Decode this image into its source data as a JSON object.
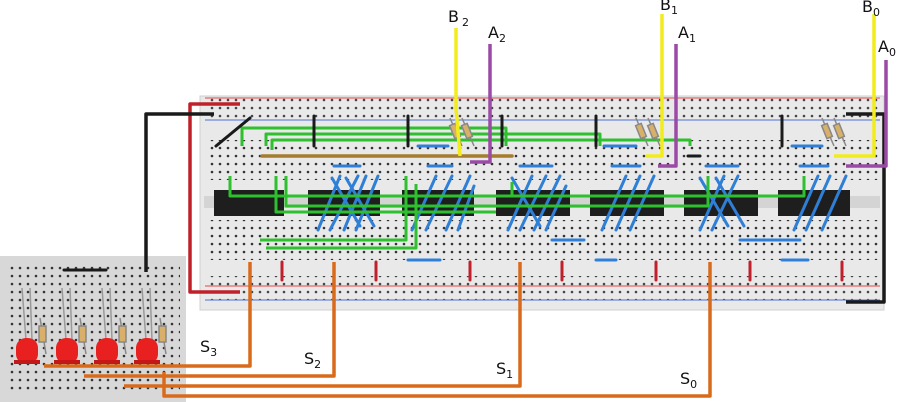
{
  "inputs": [
    {
      "name": "B",
      "sub": "2"
    },
    {
      "name": "A",
      "sub": "2"
    },
    {
      "name": "B",
      "sub": "1"
    },
    {
      "name": "A",
      "sub": "1"
    },
    {
      "name": "B",
      "sub": "0"
    },
    {
      "name": "A",
      "sub": "0"
    }
  ],
  "outputs": [
    {
      "name": "S",
      "sub": "3"
    },
    {
      "name": "S",
      "sub": "2"
    },
    {
      "name": "S",
      "sub": "1"
    },
    {
      "name": "S",
      "sub": "0"
    }
  ],
  "colors": {
    "board": "#ececec",
    "led_board": "#d6d6d6",
    "rail_red": "#e64545",
    "rail_blue": "#4a6fd6",
    "wire_yellow": "#f2ec1a",
    "wire_purple": "#9b4aa6",
    "wire_green": "#2fc02f",
    "wire_blue": "#2f7fd6",
    "wire_orange": "#d96a1a",
    "wire_red": "#c0202a",
    "wire_black": "#1a1a1a",
    "wire_brown": "#a67c2e",
    "chip": "#1e1e1e",
    "led": "#e82020"
  }
}
